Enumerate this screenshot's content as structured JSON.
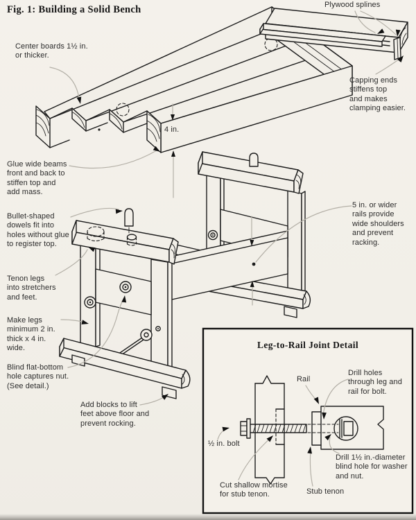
{
  "figure": {
    "title": "Fig. 1: Building a Solid Bench"
  },
  "annotations": {
    "center_boards": "Center boards 1½ in.\nor thicker.",
    "plywood_splines": "Plywood splines",
    "capping_ends": "Capping ends\nstiffens top\nand makes\nclamping easier.",
    "glue_wide_beams": "Glue wide beams\nfront and back to\nstiffen top and\nadd mass.",
    "top_thickness": "4 in.",
    "bullet_dowels": "Bullet-shaped\ndowels fit into\nholes without glue\nto register top.",
    "tenon_legs": "Tenon legs\ninto stretchers\nand feet.",
    "make_legs": "Make legs\nminimum 2 in.\nthick x 4 in.\nwide.",
    "blind_hole": "Blind flat-bottom\nhole captures nut.\n(See detail.)",
    "add_blocks": "Add blocks to lift\nfeet above floor and\nprevent rocking.",
    "wide_rails": "5 in. or wider\nrails provide\nwide shoulders\nand prevent\nracking."
  },
  "detail_inset": {
    "title": "Leg-to-Rail Joint Detail",
    "rail": "Rail",
    "drill_holes": "Drill holes\nthrough leg and\nrail for bolt.",
    "half_inch_bolt": "½ in. bolt",
    "blind_hole_note": "Drill 1½ in.-diameter\nblind hole for washer\nand nut.",
    "cut_mortise": "Cut shallow mortise\nfor stub tenon.",
    "stub_tenon": "Stub tenon"
  },
  "colors": {
    "paper": "#f2efe8",
    "inset_background": "#f4f1ea",
    "ink": "#1c1c1c",
    "leader": "#b4b0a7",
    "text": "#2b2b2b"
  }
}
